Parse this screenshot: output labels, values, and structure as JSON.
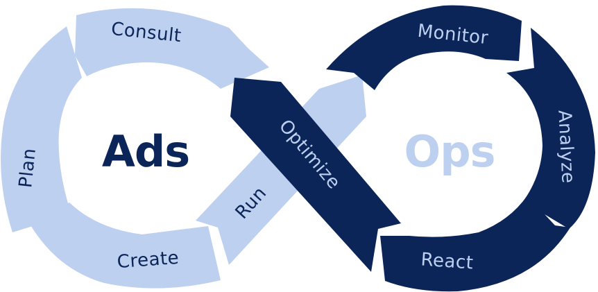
{
  "colors": {
    "light": "#bdd0ef",
    "dark": "#0b2559",
    "background": "#ffffff"
  },
  "ads": {
    "title": "Ads",
    "steps": {
      "consult": "Consult",
      "plan": "Plan",
      "create": "Create",
      "run": "Run"
    }
  },
  "ops": {
    "title": "Ops",
    "steps": {
      "monitor": "Monitor",
      "analyze": "Analyze",
      "react": "React",
      "optimize": "Optimize"
    }
  }
}
